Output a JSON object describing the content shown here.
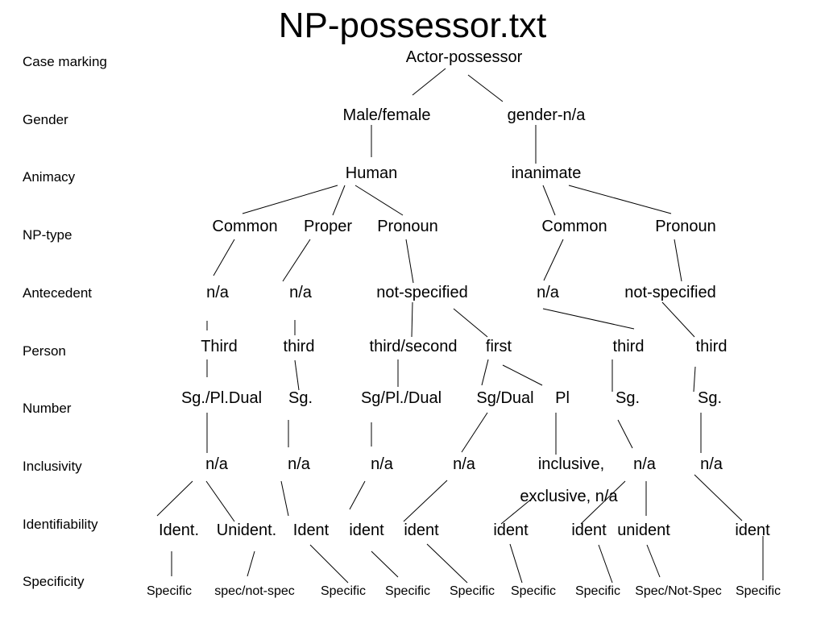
{
  "title": "NP-possessor.txt",
  "row_labels": {
    "case_marking": "Case marking",
    "gender": "Gender",
    "animacy": "Animacy",
    "np_type": "NP-type",
    "antecedent": "Antecedent",
    "person": "Person",
    "number": "Number",
    "inclusivity": "Inclusivity",
    "identifiability": "Identifiability",
    "specificity": "Specificity"
  },
  "nodes": {
    "case_actor_possessor": "Actor-possessor",
    "gender_male_female": "Male/female",
    "gender_na": "gender-n/a",
    "animacy_human": "Human",
    "animacy_inanimate": "inanimate",
    "np_common_1": "Common",
    "np_proper": "Proper",
    "np_pronoun_1": "Pronoun",
    "np_common_2": "Common",
    "np_pronoun_2": "Pronoun",
    "ant_na_1": "n/a",
    "ant_na_2": "n/a",
    "ant_not_specified_1": "not-specified",
    "ant_na_3": "n/a",
    "ant_not_specified_2": "not-specified",
    "person_third_cap": "Third",
    "person_third_1": "third",
    "person_third_second": "third/second",
    "person_first": "first",
    "person_third_2": "third",
    "person_third_3": "third",
    "num_sg_pl_dual_1": "Sg./Pl.Dual",
    "num_sg_1": "Sg.",
    "num_sg_pl_dual_2": "Sg/Pl./Dual",
    "num_sg_dual": "Sg/Dual",
    "num_pl": "Pl",
    "num_sg_2": "Sg.",
    "num_sg_3": "Sg.",
    "incl_na_1": "n/a",
    "incl_na_2": "n/a",
    "incl_na_3": "n/a",
    "incl_na_4": "n/a",
    "incl_inclusive": "inclusive,",
    "incl_exclusive_na": "exclusive, n/a",
    "incl_na_5": "n/a",
    "incl_na_6": "n/a",
    "ident_ident_cap": "Ident.",
    "ident_unident_cap": "Unident.",
    "ident_ident_cap_2": "Ident",
    "ident_ident_1": "ident",
    "ident_ident_2": "ident",
    "ident_ident_3": "ident",
    "ident_ident_4": "ident",
    "ident_unident": "unident",
    "ident_ident_5": "ident",
    "spec_specific_1": "Specific",
    "spec_spec_not_spec": "spec/not-spec",
    "spec_specific_2": "Specific",
    "spec_specific_3": "Specific",
    "spec_specific_4": "Specific",
    "spec_specific_5": "Specific",
    "spec_specific_6": "Specific",
    "spec_spec_not_spec_2": "Spec/Not-Spec",
    "spec_specific_7": "Specific"
  }
}
